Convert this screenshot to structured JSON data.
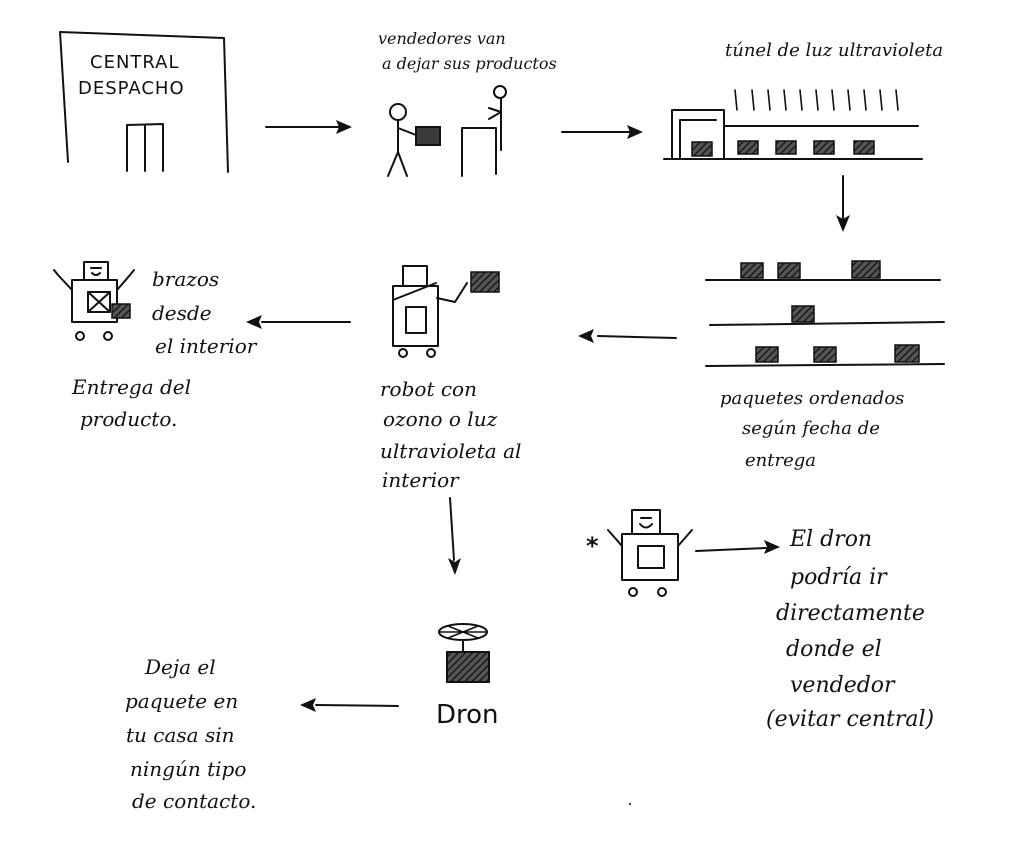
{
  "central": {
    "line1": "CENTRAL",
    "line2": "DESPACHO"
  },
  "vendedores": {
    "line1": "vendedores van",
    "line2": "a dejar sus productos"
  },
  "tunel": {
    "label": "túnel de luz ultravioleta"
  },
  "paquetes": {
    "line1": "paquetes ordenados",
    "line2": "según fecha de",
    "line3": "entrega"
  },
  "robot_ozono": {
    "line1": "robot con",
    "line2": "ozono o luz",
    "line3": "ultravioleta al",
    "line4": "interior"
  },
  "brazos": {
    "line1": "brazos",
    "line2": "desde",
    "line3": "el interior"
  },
  "entrega": {
    "line1": "Entrega del",
    "line2": "producto."
  },
  "dron": {
    "label": "Dron"
  },
  "deja": {
    "line1": "Deja el",
    "line2": "paquete en",
    "line3": "tu casa sin",
    "line4": "ningún tipo",
    "line5": "de contacto."
  },
  "nota_dron": {
    "line1": "El dron",
    "line2": "podría ir",
    "line3": "directamente",
    "line4": "donde el",
    "line5": "vendedor",
    "line6": "(evitar central)"
  },
  "asterisk": "*"
}
